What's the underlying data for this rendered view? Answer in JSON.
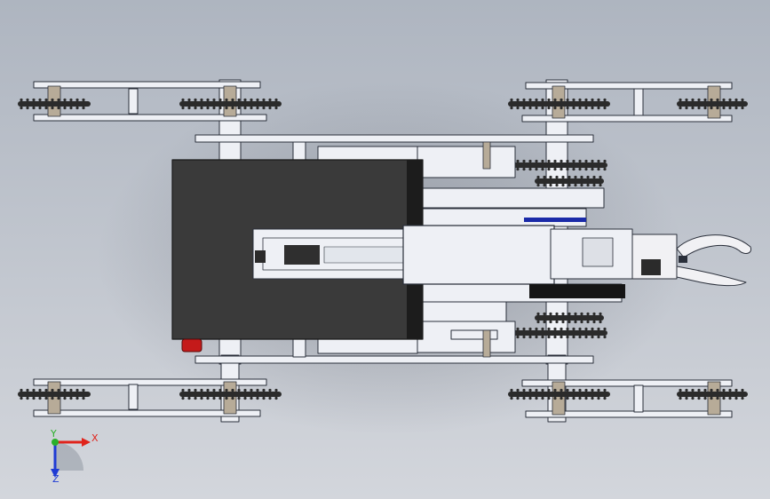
{
  "viewport": {
    "background_top": "#aeb5c0",
    "background_bottom": "#d3d6dc"
  },
  "model": {
    "frame_color": "#eef0f5",
    "edge_color": "#2a2f3a",
    "chassis_plate_color": "#3a3a3a",
    "chain_color": "#2b2b2b",
    "bushing_color": "#b7ab98",
    "gripper_color": "#f1f1f4",
    "accent_blue": "#1a2aa8",
    "accent_red": "#c41a1a",
    "dark_block_color": "#151515"
  },
  "triad": {
    "x_label": "X",
    "y_label": "Y",
    "z_label": "Z",
    "x_color": "#e0241c",
    "y_color": "#2ab02a",
    "z_color": "#1f3bd4"
  }
}
